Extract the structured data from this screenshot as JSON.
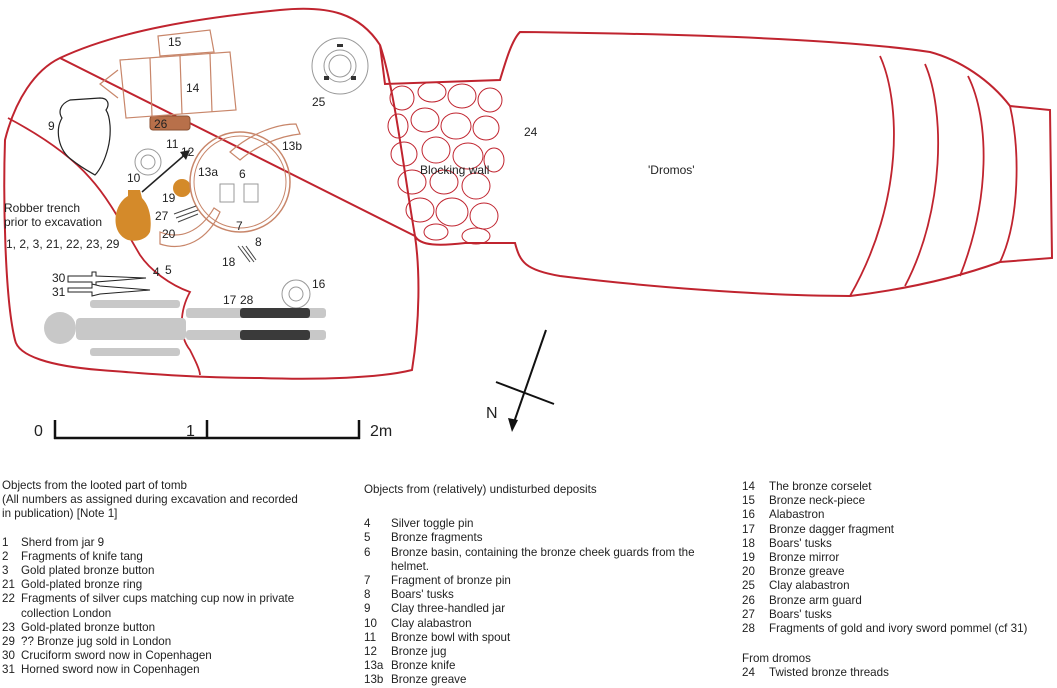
{
  "plan": {
    "robber_trench": [
      "Robber trench",
      "prior to excavation"
    ],
    "robber_items": "1, 2, 3, 21, 22, 23, 29",
    "blocking_wall": "Blocking wall",
    "dromos": "'Dromos'",
    "north": "N",
    "numbers": {
      "n4": "4",
      "n5": "5",
      "n6": "6",
      "n7": "7",
      "n8": "8",
      "n9": "9",
      "n10": "10",
      "n11": "11",
      "n12": "12",
      "n13a": "13a",
      "n13b": "13b",
      "n14": "14",
      "n15": "15",
      "n16": "16",
      "n17": "17",
      "n18": "18",
      "n19": "19",
      "n20": "20",
      "n24": "24",
      "n25": "25",
      "n26": "26",
      "n27": "27",
      "n28": "28",
      "n30": "30",
      "n31": "31"
    },
    "scale": [
      "0",
      "1",
      "2m"
    ],
    "colors": {
      "outline": "#c0242f",
      "orange": "#d48a2a",
      "brown": "#b8704a",
      "grey": "#c8c8c8",
      "dark": "#3a3a3a"
    }
  },
  "legend_left": {
    "heading": [
      "Objects from the looted part of tomb",
      "(All numbers as assigned during excavation and recorded",
      " in publication) [Note 1]"
    ],
    "items": [
      {
        "num": "1",
        "text": "Sherd from jar 9"
      },
      {
        "num": "2",
        "text": "Fragments of knife tang"
      },
      {
        "num": "3",
        "text": "Gold plated bronze button"
      },
      {
        "num": "21",
        "text": "Gold-plated bronze ring"
      },
      {
        "num": "22",
        "text": "Fragments of silver cups matching cup now in private collection London"
      },
      {
        "num": "23",
        "text": "Gold-plated bronze button"
      },
      {
        "num": "29",
        "text": "?? Bronze jug sold in London"
      },
      {
        "num": "30",
        "text": "Cruciform sword now in Copenhagen"
      },
      {
        "num": "31",
        "text": "Horned sword now in Copenhagen"
      }
    ]
  },
  "legend_mid": {
    "heading": "Objects from (relatively) undisturbed deposits",
    "items": [
      {
        "num": "4",
        "text": "Silver toggle pin"
      },
      {
        "num": "5",
        "text": "Bronze fragments"
      },
      {
        "num": "6",
        "text": "Bronze basin, containing the bronze cheek guards from the helmet."
      },
      {
        "num": "7",
        "text": "Fragment of bronze pin"
      },
      {
        "num": "8",
        "text": "Boars' tusks"
      },
      {
        "num": "9",
        "text": "Clay three-handled jar"
      },
      {
        "num": "10",
        "text": "Clay alabastron"
      },
      {
        "num": "11",
        "text": "Bronze bowl with spout"
      },
      {
        "num": "12",
        "text": "Bronze jug"
      },
      {
        "num": "13a",
        "text": "Bronze knife"
      },
      {
        "num": "13b",
        "text": "Bronze greave"
      }
    ]
  },
  "legend_right": {
    "items": [
      {
        "num": "14",
        "text": "The bronze corselet"
      },
      {
        "num": "15",
        "text": "Bronze neck-piece"
      },
      {
        "num": "16",
        "text": "Alabastron"
      },
      {
        "num": "17",
        "text": "Bronze dagger fragment"
      },
      {
        "num": "18",
        "text": "Boars' tusks"
      },
      {
        "num": "19",
        "text": "Bronze mirror"
      },
      {
        "num": "20",
        "text": "Bronze greave"
      },
      {
        "num": "25",
        "text": "Clay alabastron"
      },
      {
        "num": "26",
        "text": "Bronze arm guard"
      },
      {
        "num": "27",
        "text": "Boars' tusks"
      },
      {
        "num": "28",
        "text": "Fragments of gold and ivory sword pommel (cf 31)"
      }
    ],
    "dromos_heading": "From dromos",
    "dromos_items": [
      {
        "num": "24",
        "text": "Twisted bronze threads"
      }
    ]
  }
}
